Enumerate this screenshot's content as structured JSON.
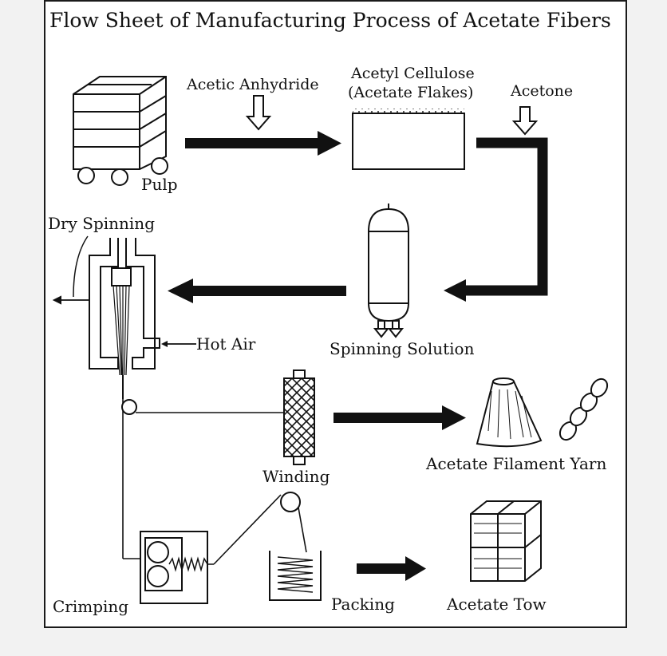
{
  "title": "Flow Sheet of Manufacturing Process of Acetate Fibers",
  "labels": {
    "acetic_anhydride": "Acetic Anhydride",
    "acetyl_cellulose": "Acetyl Cellulose",
    "acetate_flakes": "(Acetate Flakes)",
    "acetone": "Acetone",
    "pulp": "Pulp",
    "dry_spinning": "Dry Spinning",
    "hot_air": "Hot Air",
    "spinning_solution": "Spinning Solution",
    "winding": "Winding",
    "acetate_filament_yarn": "Acetate Filament Yarn",
    "crimping": "Crimping",
    "packing": "Packing",
    "acetate_tow": "Acetate Tow"
  }
}
